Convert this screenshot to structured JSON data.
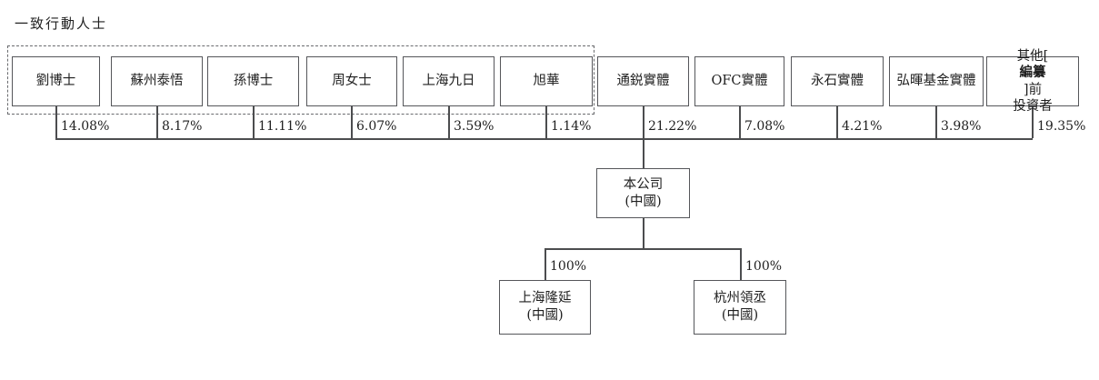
{
  "title": "一致行動人士",
  "shareholders": [
    {
      "name": "劉博士",
      "pct": "14.08%",
      "in_concert_group": true
    },
    {
      "name": "蘇州泰悟",
      "pct": "8.17%",
      "in_concert_group": true
    },
    {
      "name": "孫博士",
      "pct": "11.11%",
      "in_concert_group": true
    },
    {
      "name": "周女士",
      "pct": "6.07%",
      "in_concert_group": true
    },
    {
      "name": "上海九日",
      "pct": "3.59%",
      "in_concert_group": true
    },
    {
      "name": "旭華",
      "pct": "1.14%",
      "in_concert_group": true
    },
    {
      "name": "通鋭實體",
      "pct": "21.22%",
      "in_concert_group": false
    },
    {
      "name": "OFC實體",
      "pct": "7.08%",
      "in_concert_group": false
    },
    {
      "name": "永石實體",
      "pct": "4.21%",
      "in_concert_group": false
    },
    {
      "name": "弘暉基金實體",
      "pct": "3.98%",
      "in_concert_group": false
    },
    {
      "name": "其他[編纂]前投資者",
      "pct": "19.35%",
      "in_concert_group": false
    }
  ],
  "other_investors_box": {
    "line1_prefix": "其他[",
    "redacted": "編纂",
    "line1_suffix": "]前",
    "line2": "投資者"
  },
  "company": {
    "name": "本公司",
    "jurisdiction": "(中國)"
  },
  "subsidiaries": [
    {
      "name": "上海隆延",
      "jurisdiction": "(中國)",
      "pct": "100%"
    },
    {
      "name": "杭州領丞",
      "jurisdiction": "(中國)",
      "pct": "100%"
    }
  ],
  "colors": {
    "background": "#ffffff",
    "box_border": "#55565a",
    "dashed_border": "#6a6b6e",
    "line": "#4c4d4f",
    "text": "#1f1f1f"
  }
}
